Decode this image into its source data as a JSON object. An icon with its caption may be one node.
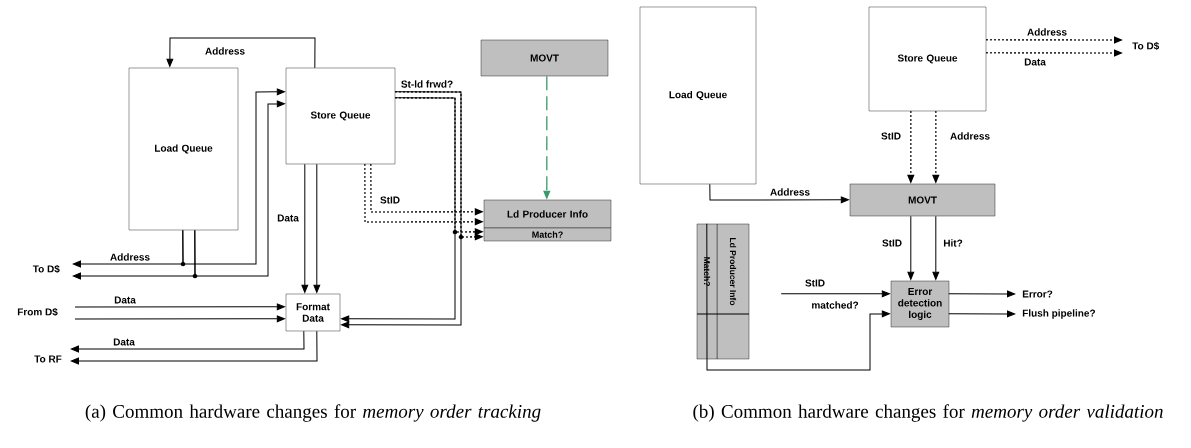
{
  "diagram": {
    "nodes": [
      {
        "text": [
          "Load Queue"
        ]
      },
      {
        "text": [
          "Store Queue"
        ]
      },
      {
        "text": [
          "MOVT"
        ]
      },
      {
        "text": [
          "Ld Producer Info"
        ]
      },
      {
        "text": [
          "Match?"
        ]
      },
      {
        "text": [
          "Format Data"
        ]
      },
      {
        "text": [
          "To D$"
        ]
      },
      {
        "text": [
          "From D$"
        ]
      },
      {
        "text": [
          "To RF"
        ]
      },
      {
        "text": [
          "Load Queue"
        ]
      },
      {
        "text": [
          "Store Queue"
        ]
      },
      {
        "text": [
          "To D$"
        ]
      },
      {
        "text": [
          "MOVT"
        ]
      },
      {
        "text": [
          "Ld Producer Info"
        ]
      },
      {
        "text": [
          "Match?"
        ]
      },
      {
        "text": [
          "Error detection logic"
        ]
      },
      {
        "text": [
          "Error?"
        ]
      },
      {
        "text": [
          "Flush pipeline?"
        ]
      }
    ],
    "edges": [
      {
        "from": 1,
        "to": 0,
        "arrow": "to",
        "label": "Address"
      },
      {
        "from": 0,
        "to": 6,
        "arrow": "to",
        "label": "Address"
      },
      {
        "from": 0,
        "to": 6,
        "arrow": "to"
      },
      {
        "from": 0,
        "to": 1,
        "arrow": "to"
      },
      {
        "from": 0,
        "to": 1,
        "arrow": "to"
      },
      {
        "from": 1,
        "to": 5,
        "arrow": "to",
        "label": "Data"
      },
      {
        "from": 1,
        "to": 5,
        "arrow": "to"
      },
      {
        "from": 7,
        "to": 5,
        "arrow": "to",
        "label": "Data"
      },
      {
        "from": 7,
        "to": 5,
        "arrow": "to"
      },
      {
        "from": 5,
        "to": 8,
        "arrow": "to",
        "label": "Data"
      },
      {
        "from": 5,
        "to": 8,
        "arrow": "to"
      },
      {
        "from": 1,
        "to": 5,
        "arrow": "to",
        "label": "St-ld frwd?"
      },
      {
        "from": 1,
        "to": 5,
        "arrow": "to"
      },
      {
        "from": 1,
        "to": 4,
        "arrow": "to",
        "style": "dashed"
      },
      {
        "from": 1,
        "to": 4,
        "arrow": "to",
        "style": "dashed"
      },
      {
        "from": 1,
        "to": 3,
        "arrow": "to",
        "style": "dashed",
        "label": "StID"
      },
      {
        "from": 1,
        "to": 3,
        "arrow": "to",
        "style": "dashed"
      },
      {
        "from": 2,
        "to": 3,
        "arrow": "to",
        "style": "dashed",
        "color": "#3a9a6a"
      },
      {
        "from": 10,
        "to": 11,
        "arrow": "to",
        "style": "dashed",
        "label": "Address"
      },
      {
        "from": 10,
        "to": 11,
        "arrow": "to",
        "style": "dashed",
        "label": "Data"
      },
      {
        "from": 10,
        "to": 12,
        "arrow": "to",
        "style": "dashed",
        "label": "StID"
      },
      {
        "from": 10,
        "to": 12,
        "arrow": "to",
        "style": "dashed",
        "label": "Address"
      },
      {
        "from": 9,
        "to": 12,
        "arrow": "to",
        "label": "Address"
      },
      {
        "from": 12,
        "to": 15,
        "arrow": "to",
        "label": "StID"
      },
      {
        "from": 12,
        "to": 15,
        "arrow": "to",
        "label": "Hit?"
      },
      {
        "from": 13,
        "to": 15,
        "arrow": "to",
        "label": "StID"
      },
      {
        "from": 14,
        "to": 15,
        "arrow": "to",
        "label": "matched?"
      },
      {
        "from": 15,
        "to": 16,
        "arrow": "to"
      },
      {
        "from": 15,
        "to": 17,
        "arrow": "to"
      }
    ],
    "labels": [
      "(a) Common hardware changes for *memory order tracking*",
      "(b) Common hardware changes for *memory order validation*"
    ]
  }
}
